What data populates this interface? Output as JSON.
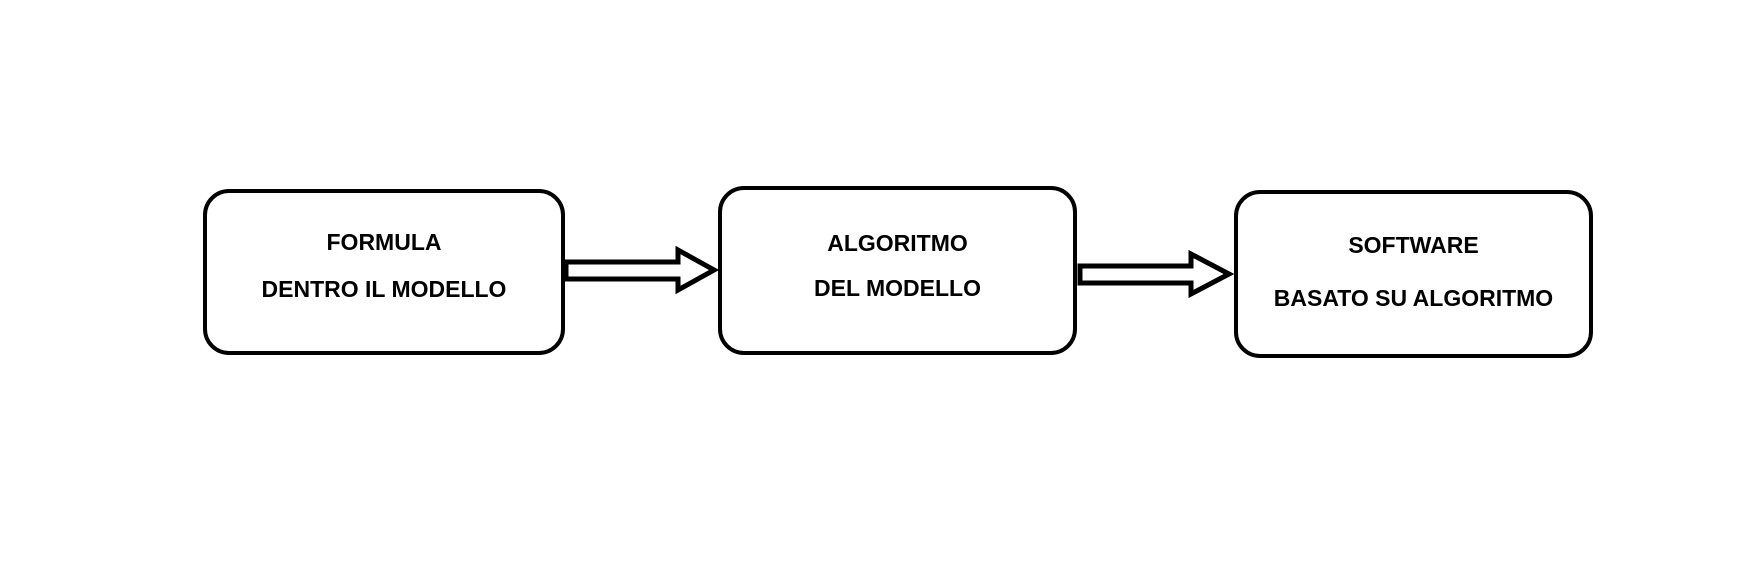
{
  "diagram": {
    "colors": {
      "stroke": "#000000",
      "fill": "#ffffff",
      "text": "#000000"
    },
    "nodes": [
      {
        "line1": "FORMULA",
        "line2": "DENTRO IL MODELLO"
      },
      {
        "line1": "ALGORITMO",
        "line2": "DEL MODELLO"
      },
      {
        "line1": "SOFTWARE",
        "line2": "BASATO SU ALGORITMO"
      }
    ],
    "edges": [
      {
        "from": 0,
        "to": 1,
        "style": "hollow-block-arrow"
      },
      {
        "from": 1,
        "to": 2,
        "style": "hollow-block-arrow"
      }
    ]
  }
}
